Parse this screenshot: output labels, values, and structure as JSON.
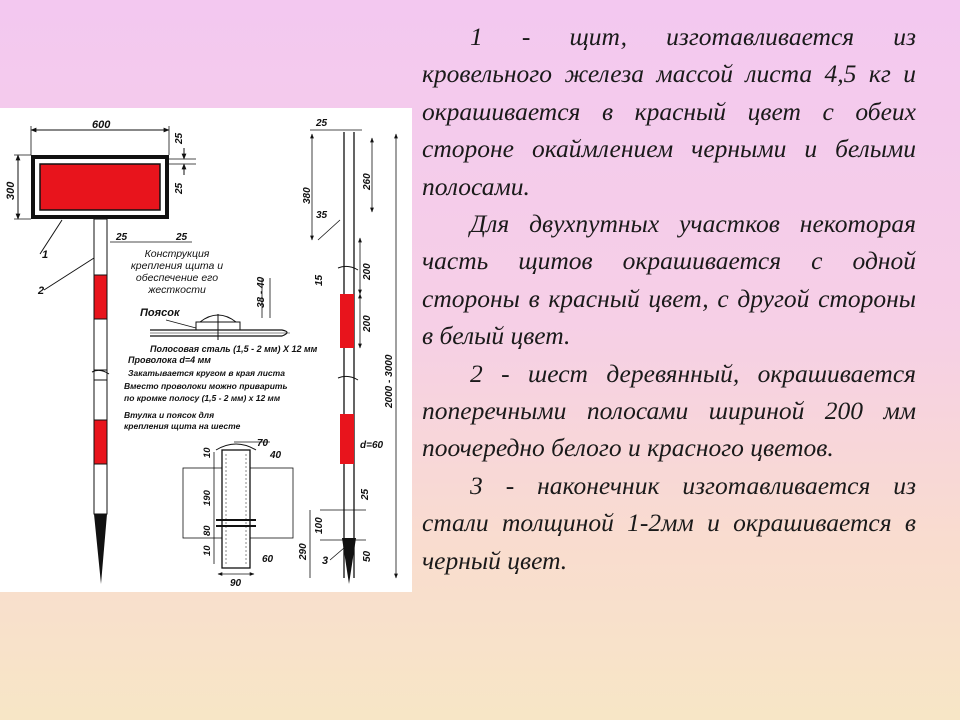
{
  "paragraphs": [
    {
      "text": "1 - щит, изготавливается из кровельного железа массой листа 4,5 кг и окрашивается в красный цвет с обеих стороне окаймлением черными и белыми полосами."
    },
    {
      "text": "Для двухпутных участков некоторая часть щитов окрашивается с одной стороны в красный цвет, с другой стороны в белый цвет."
    },
    {
      "text": "2 - шест деревянный, окрашивается поперечными полосами шириной 200 мм поочередно белого и красного цветов."
    },
    {
      "text": "3 - наконечник изготавливается из стали толщиной 1-2мм и окрашивается в черный цвет."
    }
  ],
  "drawing": {
    "dims": {
      "board_width": "600",
      "board_height": "300",
      "edge_a": "25",
      "edge_b": "25",
      "left_25": "25",
      "right_25": "25",
      "top_25": "25",
      "d380": "380",
      "d260": "260",
      "d35": "35",
      "d15": "15",
      "d200a": "200",
      "d200b": "200",
      "total": "2000 - 3000",
      "diameter": "d=60",
      "d25_low": "25",
      "d100": "100",
      "d290": "290",
      "d50": "50",
      "d70": "70",
      "d40": "40",
      "d10a": "10",
      "d190": "190",
      "d80": "80",
      "d10b": "10",
      "d60": "60",
      "d90": "90",
      "d38_40": "38 - 40"
    },
    "callouts": {
      "n1": "1",
      "n2": "2",
      "n3": "3"
    },
    "notes": {
      "construction": "Конструкция крепления щита и обеспечение его жесткости",
      "belt": "Поясок",
      "strip": "Полосовая сталь (1,5 - 2 мм) Х 12 мм",
      "wire": "Проволока d=4 мм",
      "rolled": "Закатывается кругом в края листа",
      "instead": "Вместо проволоки можно приварить по кромке полосу (1,5 - 2 мм) х 12 мм",
      "sleeve": "Втулка и поясок для крепления щита на шесте"
    },
    "colors": {
      "red": "#e8141c",
      "black": "#111111",
      "white": "#ffffff"
    }
  }
}
